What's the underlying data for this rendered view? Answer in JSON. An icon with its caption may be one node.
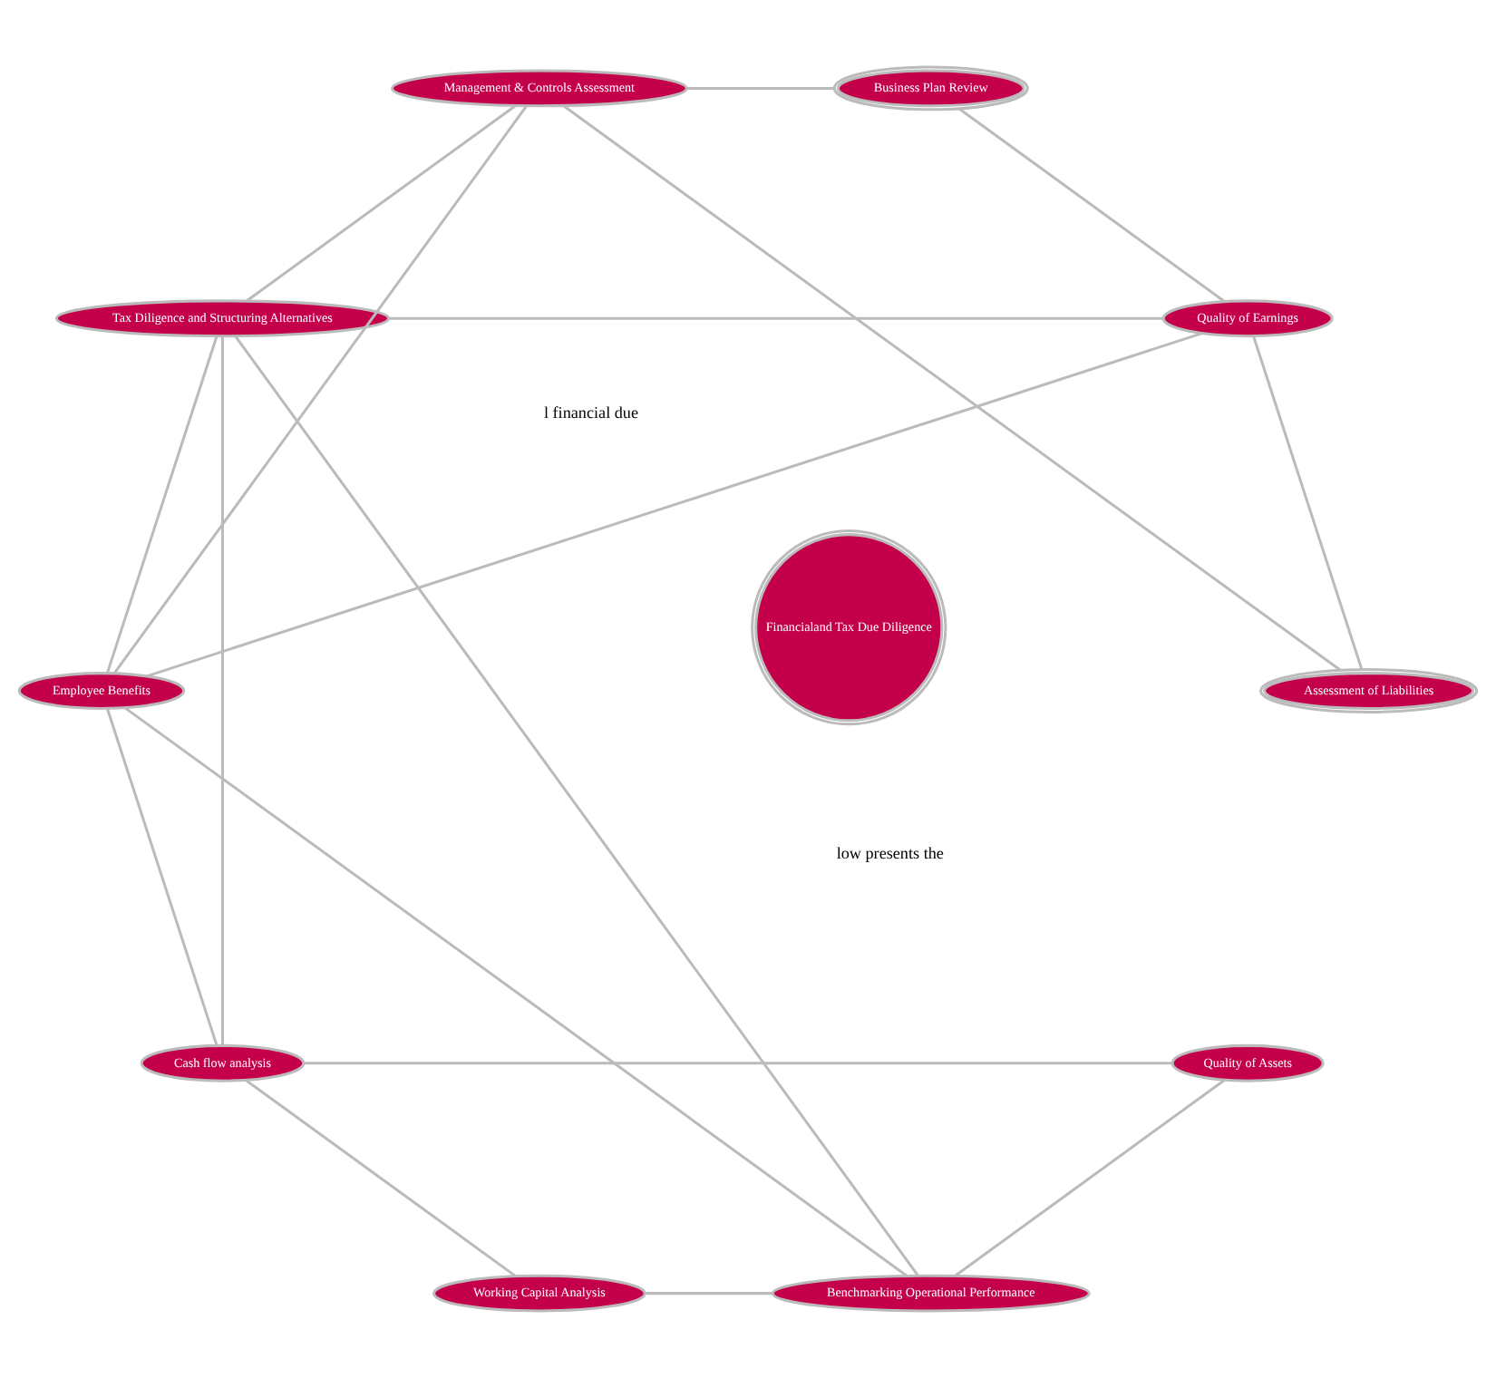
{
  "diagram": {
    "nodes": [
      {
        "text": [
          "Quality of Assets"
        ]
      },
      {
        "text": [
          "Assessment of Liabilities"
        ]
      },
      {
        "text": [
          "Benchmarking Operational Performance"
        ]
      },
      {
        "text": [
          "Quality of Earnings"
        ]
      },
      {
        "text": [
          "Tax Diligence and Structuring Alternatives"
        ]
      },
      {
        "text": [
          "Financialand Tax Due Diligence"
        ]
      },
      {
        "text": [
          "Employee Benefits"
        ]
      },
      {
        "text": [
          "Management & Controls Assessment"
        ]
      },
      {
        "text": [
          "Cash flow analysis"
        ]
      },
      {
        "text": [
          "Business Plan Review"
        ]
      },
      {
        "text": [
          "Working Capital Analysis"
        ]
      }
    ],
    "edges": [
      {
        "from": 0,
        "to": 2,
        "arrow": "none"
      },
      {
        "from": 1,
        "to": 3,
        "arrow": "none"
      },
      {
        "from": 7,
        "to": 9,
        "arrow": "none"
      },
      {
        "from": 8,
        "to": 10,
        "arrow": "none"
      },
      {
        "from": 2,
        "to": 4,
        "arrow": "none"
      },
      {
        "from": 3,
        "to": 6,
        "arrow": "none"
      },
      {
        "from": 4,
        "to": 7,
        "arrow": "none"
      },
      {
        "from": 6,
        "to": 8,
        "arrow": "none"
      },
      {
        "from": 0,
        "to": 8,
        "arrow": "none"
      },
      {
        "from": 1,
        "to": 7,
        "arrow": "none"
      },
      {
        "from": 2,
        "to": 6,
        "arrow": "none"
      },
      {
        "from": 3,
        "to": 4,
        "arrow": "none"
      },
      {
        "from": 2,
        "to": 10,
        "arrow": "none"
      },
      {
        "from": 3,
        "to": 9,
        "arrow": "none"
      },
      {
        "from": 4,
        "to": 8,
        "arrow": "none"
      },
      {
        "from": 6,
        "to": 7,
        "arrow": "none"
      },
      {
        "from": 4,
        "to": 6,
        "arrow": "none"
      }
    ],
    "labels": [
      "low presents the",
      "l financial due"
    ]
  }
}
